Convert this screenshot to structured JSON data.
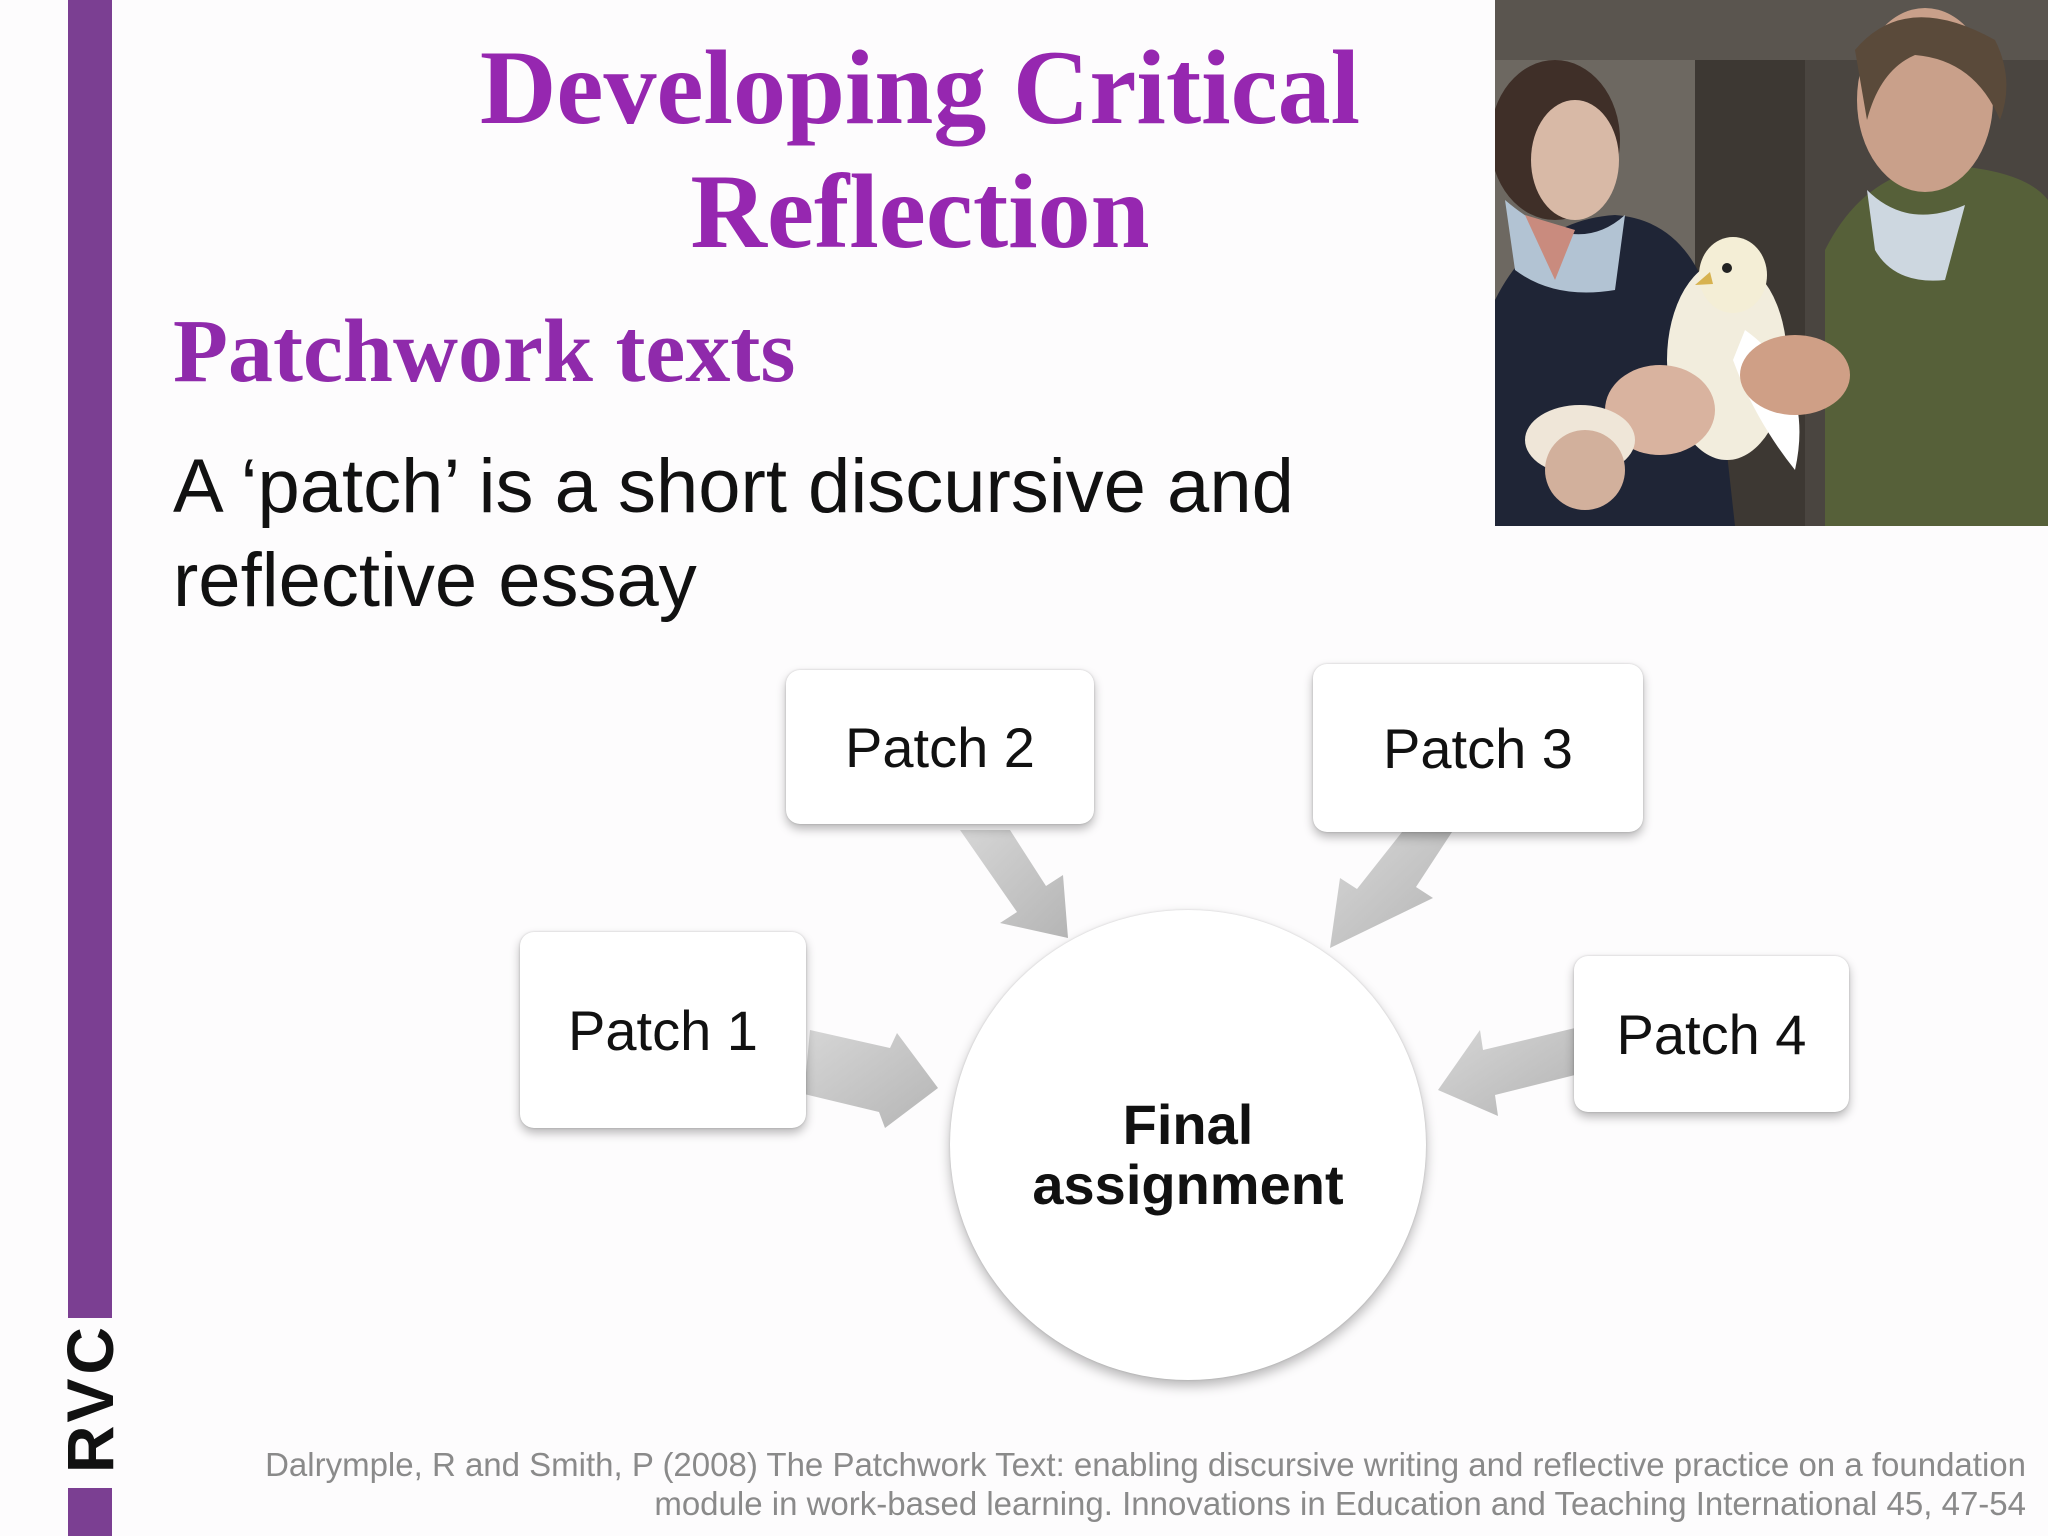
{
  "logo": {
    "text": "RVC"
  },
  "colors": {
    "brand_purple": "#7b3f92",
    "title_purple": "#9627b0",
    "arrow_gray": "#c6c6c6"
  },
  "slide": {
    "title": "Developing Critical Reflection",
    "subtitle": "Patchwork texts",
    "body": "A ‘patch’ is a short discursive and reflective essay"
  },
  "diagram": {
    "patches": [
      "Patch 1",
      "Patch 2",
      "Patch 3",
      "Patch 4"
    ],
    "center": "Final assignment"
  },
  "citation": {
    "line1": "Dalrymple, R and Smith, P (2008)  The Patchwork Text: enabling discursive writing and reflective practice on a foundation",
    "line2": "module in work-based learning.   Innovations in Education and Teaching International 45, 47-54"
  }
}
